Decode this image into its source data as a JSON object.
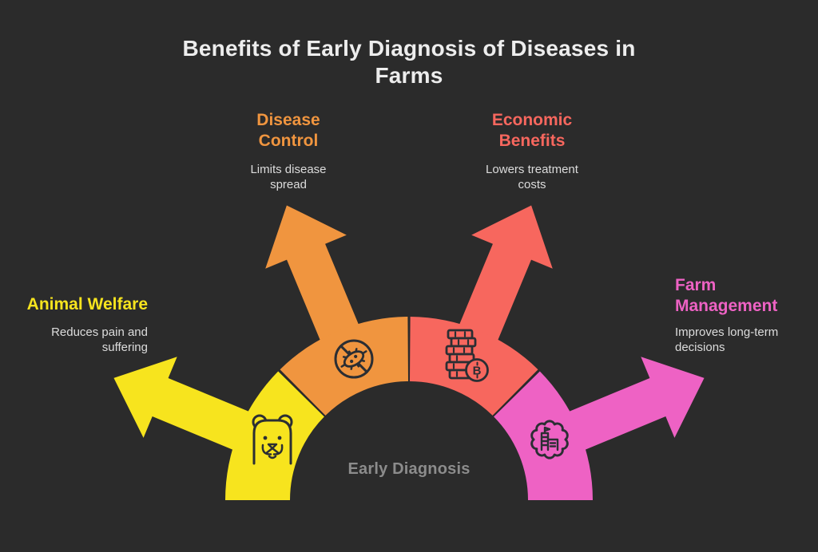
{
  "title": "Benefits of Early Diagnosis of Diseases in\nFarms",
  "center_label": "Early Diagnosis",
  "colors": {
    "background": "#2B2B2B",
    "title_text": "#EDEDED",
    "description_text": "#DCDCDC",
    "center_label_text": "#8C8C8C",
    "icon_stroke": "#2B2E33"
  },
  "benefits": [
    {
      "id": "disease-control",
      "heading": "Disease\nControl",
      "description": "Limits disease\nspread",
      "color": "#F0953F",
      "icon": "no-bacteria-icon"
    },
    {
      "id": "economic-benefits",
      "heading": "Economic\nBenefits",
      "description": "Lowers treatment\ncosts",
      "color": "#F7675E",
      "icon": "bitcoin-coins-icon"
    },
    {
      "id": "animal-welfare",
      "heading": "Animal Welfare",
      "description": "Reduces pain and\nsuffering",
      "color": "#F7E41E",
      "icon": "animal-face-icon"
    },
    {
      "id": "farm-management",
      "heading": "Farm\nManagement",
      "description": "Improves long-term\ndecisions",
      "color": "#EE62C4",
      "icon": "factory-gear-icon"
    }
  ]
}
